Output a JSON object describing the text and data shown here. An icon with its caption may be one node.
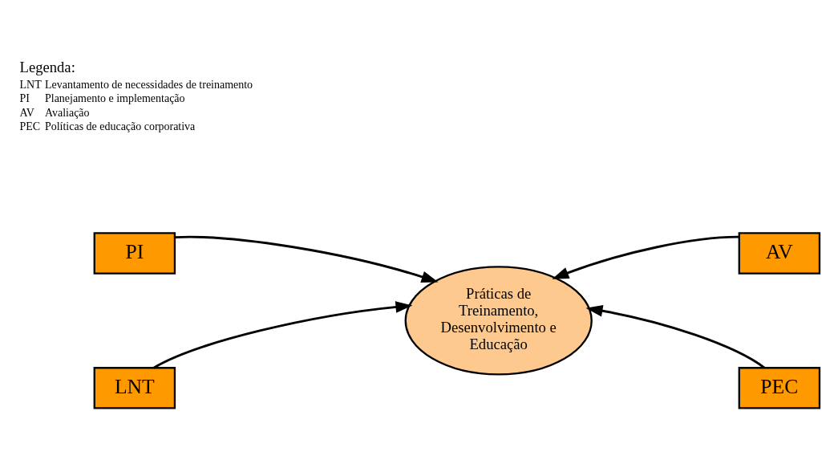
{
  "diagram": {
    "nodes": [
      {
        "text": [
          "PI"
        ]
      },
      {
        "text": [
          "AV"
        ]
      },
      {
        "text": [
          "Práticas de Treinamento, Desenvolvimento e Educação"
        ]
      },
      {
        "text": [
          "LNT"
        ]
      },
      {
        "text": [
          "PEC"
        ]
      }
    ],
    "edges": [
      {
        "from": 0,
        "to": 2,
        "arrow": "to"
      },
      {
        "from": 1,
        "to": 2,
        "arrow": "to"
      },
      {
        "from": 3,
        "to": 2,
        "arrow": "to"
      },
      {
        "from": 4,
        "to": 2,
        "arrow": "to"
      }
    ],
    "labels": [
      "Legenda:",
      "LNT",
      "Levantamento de necessidades de treinamento",
      "PI",
      "Planejamento e implementação",
      "AV",
      "Avaliação",
      "PEC",
      "Políticas de educação corporativa"
    ]
  }
}
